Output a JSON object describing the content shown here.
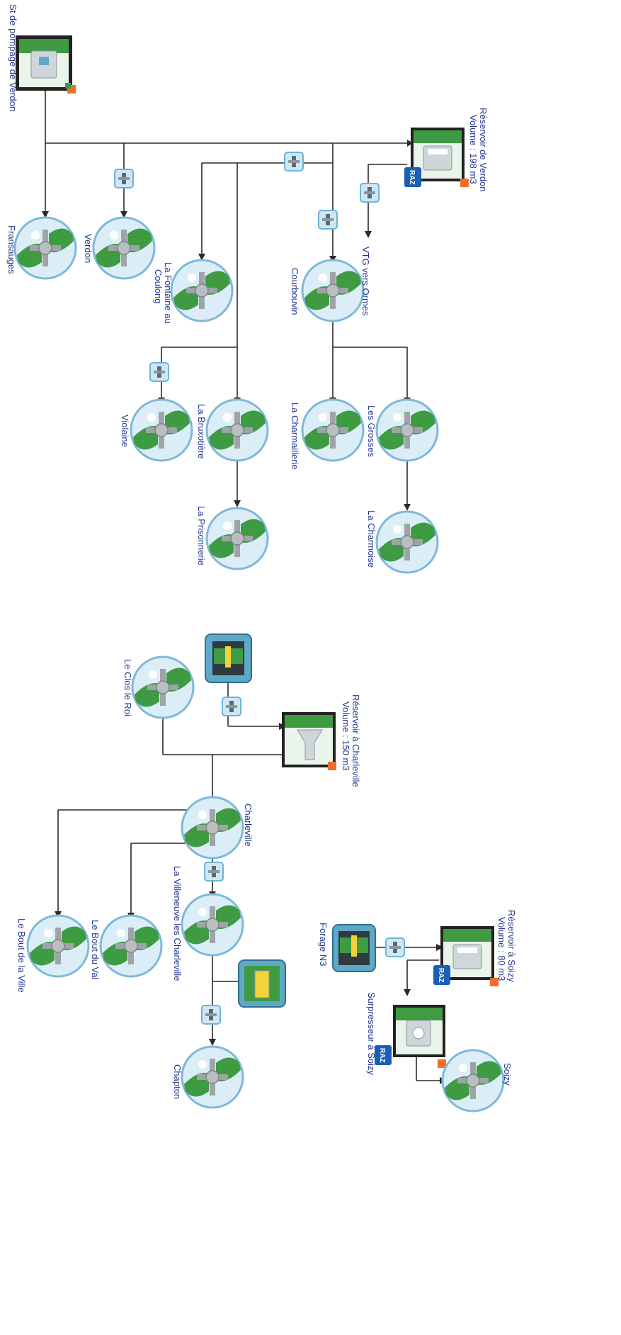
{
  "stations": {
    "pompage_verdon": "St de pompage de Verdon",
    "reservoir_verdon": {
      "name": "Réservoir de Verdon",
      "volume": "Volume : 198 m3",
      "badge": "RAZ"
    },
    "reservoir_charleville": {
      "name": "Réservoir à Charleville",
      "volume": "Volume : 150 m3"
    },
    "reservoir_soizy": {
      "name": "Réservoir à Soizy",
      "volume": "Volume : 80 m3",
      "badge": "RAZ"
    },
    "surpresseur_soizy": {
      "name": "Surpresseur à Soizy",
      "badge": "RAZ"
    },
    "forage_n3": "Forage N3"
  },
  "towns": {
    "fransauges": "Fransauges",
    "verdon": "Verdon",
    "la_fontaine": [
      "La Fontaine au",
      "Coulong"
    ],
    "courbouvin": "Courbouvin",
    "vtg_vers_ormes": "VTG vers Ormes",
    "violaine": "Violaine",
    "la_bruxotiere": "La Bruxotière",
    "la_charmaillerie": "La Charmaillerie",
    "les_grosses": "Les Grosses",
    "la_prisonnerie": "La Prisonnerie",
    "la_charmoise": "La Charmoise",
    "le_clos_le_roi": "Le Clos le Roi",
    "charleville": "Charleville",
    "la_villeneuve": "La Villeneuve les Charleville",
    "le_bout_du_val": "Le Bout du Val",
    "le_bout_de_la_ville": "Le Bout de la Ville",
    "chapton": "Chapton",
    "soizy": "Soizy"
  },
  "colors": {
    "label": "#24378f",
    "pipe": "#2a2a2a",
    "meter_fill": "#cfe7f5",
    "meter_stroke": "#6fb2d8",
    "badge": "#1a5fb4",
    "alarm": "#f06d2a",
    "grass": "#3f9b42"
  },
  "icons": {
    "town": "town-valve-icon",
    "meter": "flow-meter-icon",
    "reservoir": "reservoir-icon",
    "pump": "pump-station-icon",
    "borehole": "borehole-icon"
  }
}
